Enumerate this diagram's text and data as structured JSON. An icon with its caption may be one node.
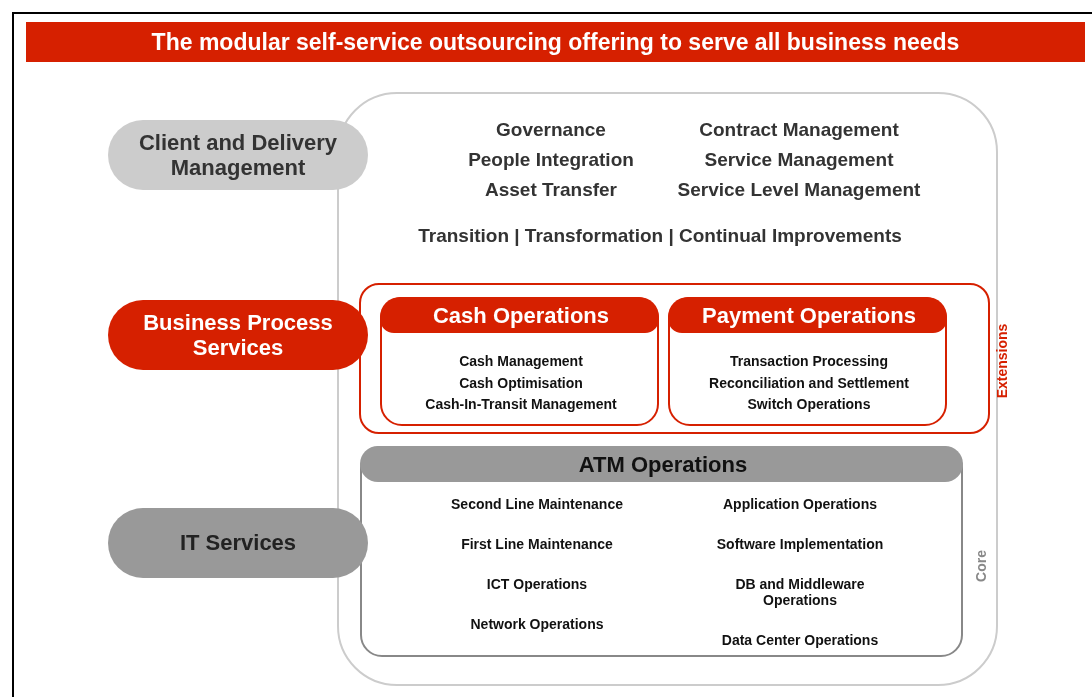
{
  "diagram": {
    "title": "The modular self-service outsourcing offering to serve all business needs",
    "nodes": [
      {
        "text": [
          "Governance",
          "Contract Management",
          "People Integration",
          "Service Management",
          "Asset Transfer",
          "Service Level Management",
          "Transition | Transformation | Continual Improvements"
        ]
      },
      {
        "text": [
          "Client and Delivery Management"
        ]
      },
      {
        "text": [
          "Business Process Services"
        ]
      },
      {
        "text": [
          "IT Services"
        ]
      },
      {
        "text": [],
        "shape": "box",
        "in": 0,
        "beside": [
          "Extensions"
        ]
      },
      {
        "text": [
          "Cash Operations",
          "Cash Management",
          "Cash Optimisation",
          "Cash-In-Transit Management"
        ],
        "in": 4
      },
      {
        "text": [
          "Payment Operations",
          "Transaction Processing",
          "Reconciliation and Settlement",
          "Switch Operations"
        ],
        "in": 4
      },
      {
        "text": [
          "ATM Operations",
          "Second Line Maintenance",
          "Application Operations",
          "First Line Maintenance",
          "Software Implementation",
          "ICT Operations",
          "DB and Middleware Operations",
          "Network Operations",
          "Data Center Operations"
        ],
        "in": 0,
        "beside": [
          "Core"
        ]
      }
    ],
    "edges": []
  }
}
